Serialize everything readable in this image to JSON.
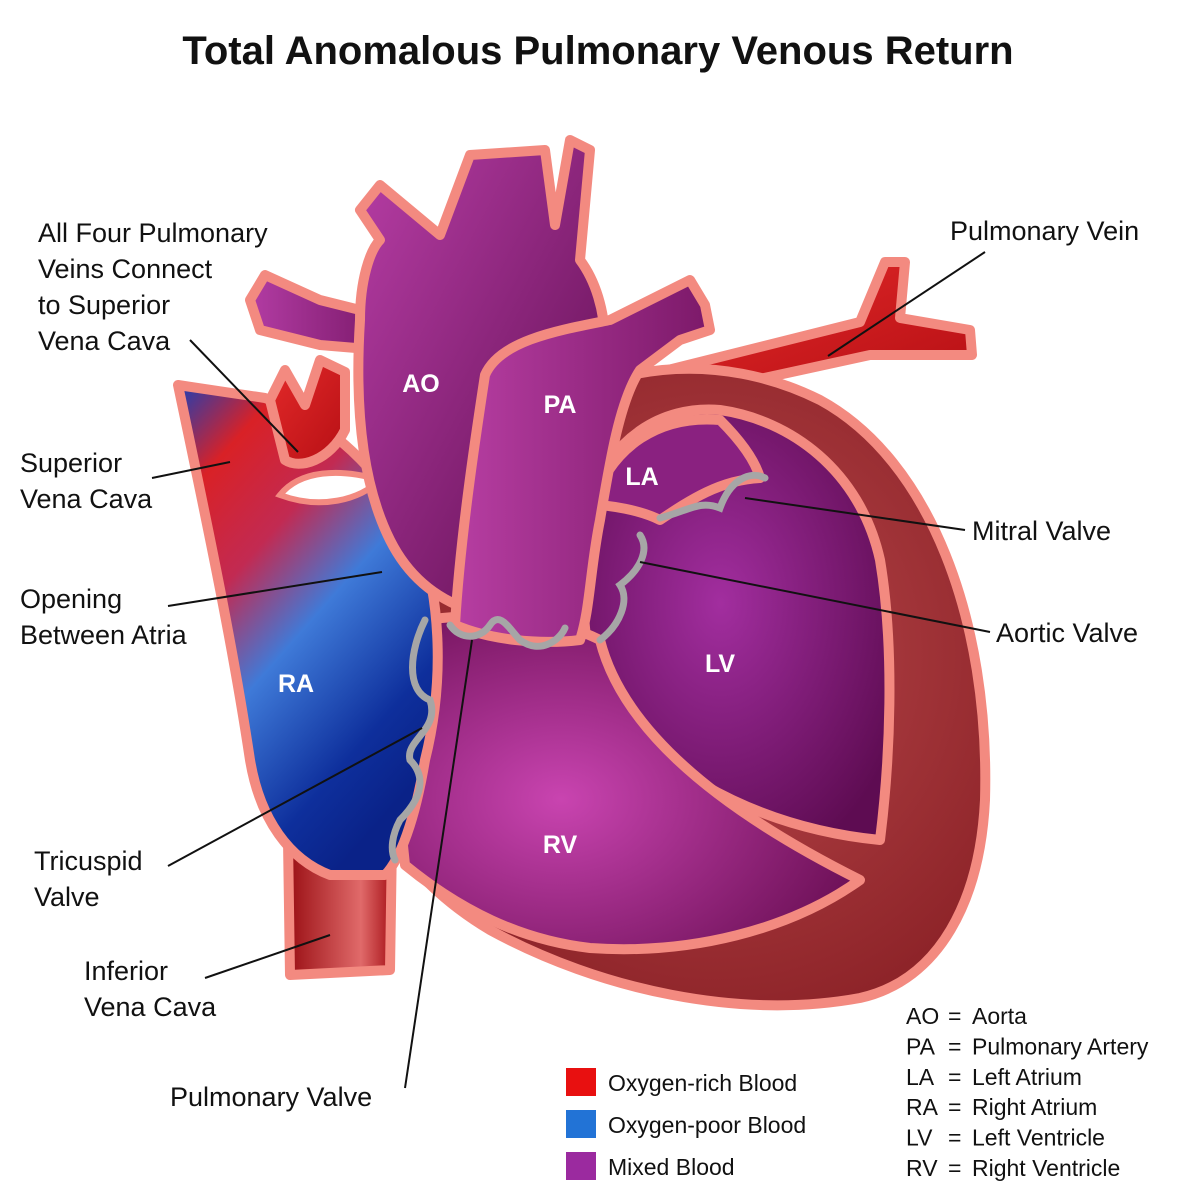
{
  "title": "Total Anomalous Pulmonary Venous Return",
  "labels": {
    "all_four": [
      "All Four Pulmonary",
      "Veins Connect",
      "to Superior",
      "Vena Cava"
    ],
    "svc": [
      "Superior",
      "Vena Cava"
    ],
    "opening": [
      "Opening",
      "Between Atria"
    ],
    "tricuspid": [
      "Tricuspid",
      "Valve"
    ],
    "ivc": [
      "Inferior",
      "Vena Cava"
    ],
    "pulmonary_valve": "Pulmonary Valve",
    "pulmonary_vein": "Pulmonary Vein",
    "mitral": "Mitral Valve",
    "aortic": "Aortic Valve"
  },
  "chambers": {
    "ao": "AO",
    "pa": "PA",
    "la": "LA",
    "lv": "LV",
    "ra": "RA",
    "rv": "RV"
  },
  "legend": [
    {
      "label": "Oxygen-rich Blood",
      "color": "#e81010"
    },
    {
      "label": "Oxygen-poor Blood",
      "color": "#2273d6"
    },
    {
      "label": "Mixed Blood",
      "color": "#9b2a9f"
    }
  ],
  "abbreviations": [
    {
      "abbr": "AO",
      "eq": "=",
      "meaning": "Aorta"
    },
    {
      "abbr": "PA",
      "eq": "=",
      "meaning": "Pulmonary Artery"
    },
    {
      "abbr": "LA",
      "eq": "=",
      "meaning": "Left Atrium"
    },
    {
      "abbr": "RA",
      "eq": "=",
      "meaning": "Right Atrium"
    },
    {
      "abbr": "LV",
      "eq": "=",
      "meaning": "Left Ventricle"
    },
    {
      "abbr": "RV",
      "eq": "=",
      "meaning": "Right Ventricle"
    }
  ]
}
